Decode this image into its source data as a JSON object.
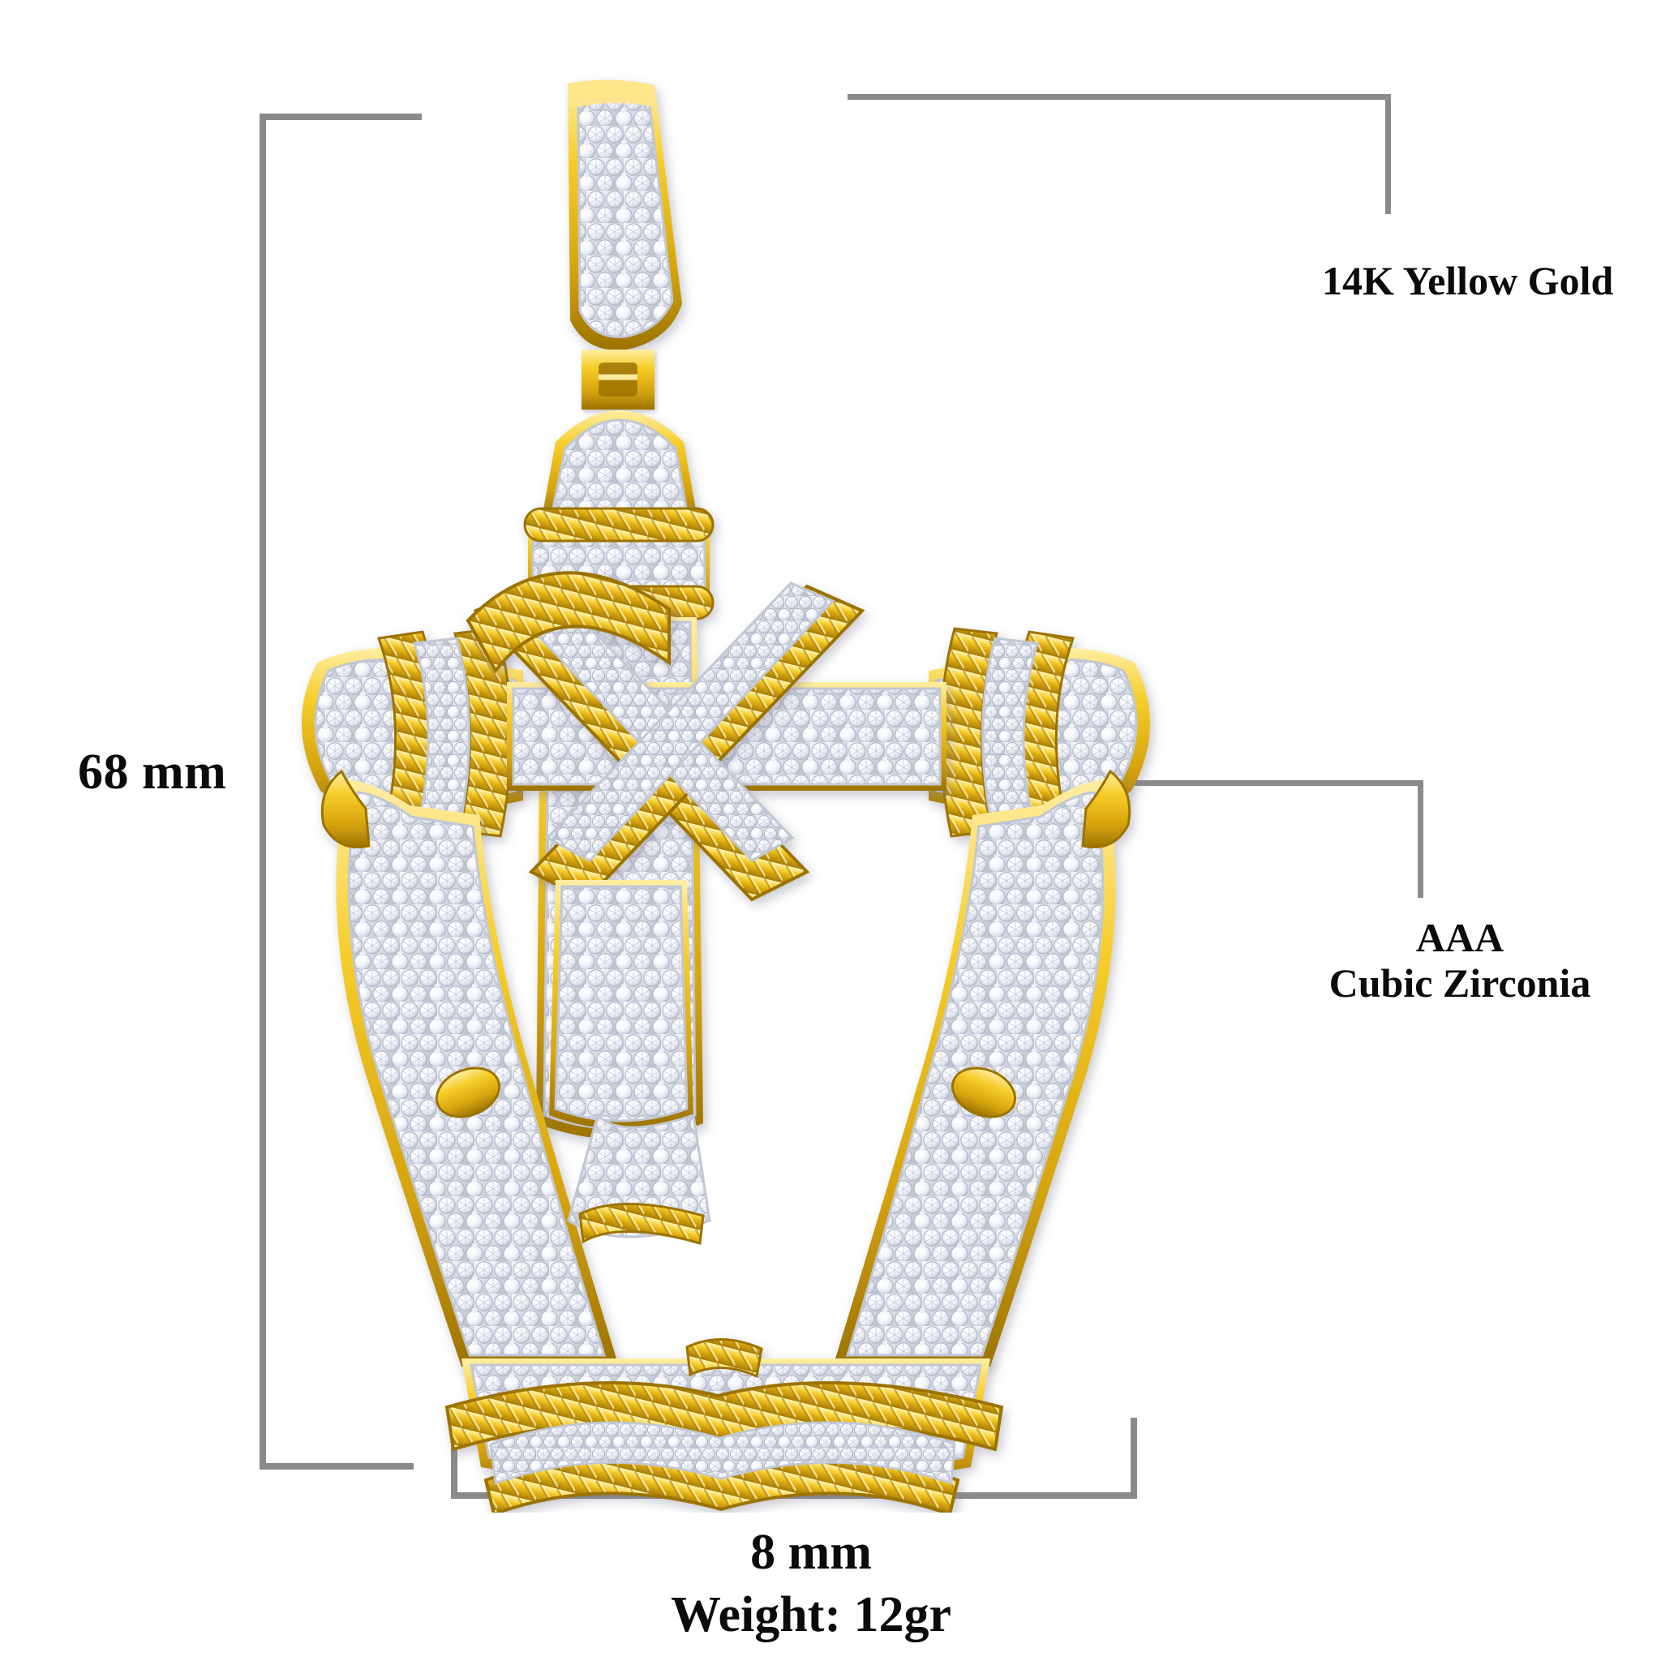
{
  "product": {
    "type": "pendant",
    "subject": "middle-finger-hand-pendant"
  },
  "dimensions": {
    "height_label": "68 mm",
    "width_label": "8 mm",
    "weight_label": "Weight: 12gr"
  },
  "callouts": {
    "material": "14K Yellow Gold",
    "stone_grade": "AAA",
    "stone_type": "Cubic Zirconia"
  },
  "colors": {
    "line": "#8a8a8a",
    "text": "#0b0b0b",
    "background": "#ffffff",
    "gold_light": "#ffe680",
    "gold": "#f5c518",
    "gold_dark": "#c79a08",
    "gold_deep": "#a87c04",
    "stone_white": "#ffffff",
    "stone_shadow": "#c9ccd6",
    "metal_silver": "#dfe2ea"
  }
}
